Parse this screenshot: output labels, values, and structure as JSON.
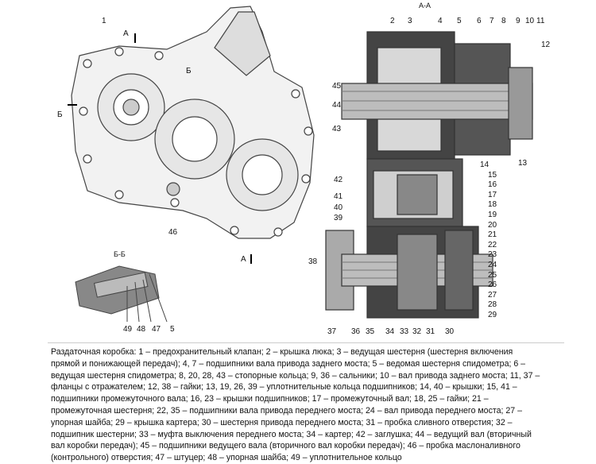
{
  "figure": {
    "left_view": {
      "labels": [
        "1",
        "А",
        "Б",
        "Б",
        "46",
        "А"
      ]
    },
    "inset": {
      "title": "Б-Б",
      "labels": [
        "49",
        "48",
        "47",
        "5"
      ]
    },
    "section": {
      "title": "А-А",
      "top_labels": [
        "2",
        "3",
        "4",
        "5",
        "6",
        "7",
        "8",
        "9",
        "10",
        "11",
        "12"
      ],
      "right_labels": [
        "13",
        "14",
        "15",
        "16",
        "17",
        "18",
        "19",
        "20",
        "21",
        "22",
        "23",
        "24",
        "25",
        "26",
        "27",
        "28",
        "29"
      ],
      "bottom_labels": [
        "37",
        "36",
        "35",
        "34",
        "33",
        "32",
        "31",
        "30"
      ],
      "left_labels": [
        "45",
        "44",
        "43",
        "42",
        "41",
        "40",
        "39",
        "38"
      ]
    }
  },
  "caption": {
    "lines": [
      "Раздаточная коробка: 1 – предохранительный клапан; 2 – крышка люка; 3 – ведущая шестерня (шестерня включения",
      "прямой и понижающей передач); 4, 7 – подшипники вала привода заднего моста; 5 – ведомая шестерня спидометра; 6 –",
      "ведущая шестерня спидометра; 8, 20, 28, 43 – стопорные кольца; 9, 36 – сальники; 10 – вал привода заднего моста; 11, 37 –",
      "фланцы с отражателем; 12, 38 – гайки; 13, 19, 26, 39 – уплотнительные кольца подшипников; 14, 40 – крышки; 15, 41 –",
      "подшипники промежуточного вала; 16, 23 – крышки подшипников; 17 – промежуточный вал; 18, 25 – гайки; 21 –",
      "промежуточная шестерня; 22, 35 – подшипники вала привода переднего моста; 24 – вал привода переднего моста; 27 –",
      "упорная шайба; 29 – крышка картера; 30 – шестерня привода переднего моста; 31 – пробка сливного отверстия; 32 –",
      "подшипник шестерни; 33 – муфта выключения переднего моста; 34 – картер; 42 – заглушка; 44 – ведущий вал (вторичный",
      "вал коробки передач); 45 – подшипники ведущего вала (вторичного вал коробки передач); 46 – пробка маслоналивного",
      "(контрольного) отверстия; 47 – штуцер; 48 – упорная шайба; 49 – уплотнительное кольцо"
    ]
  }
}
